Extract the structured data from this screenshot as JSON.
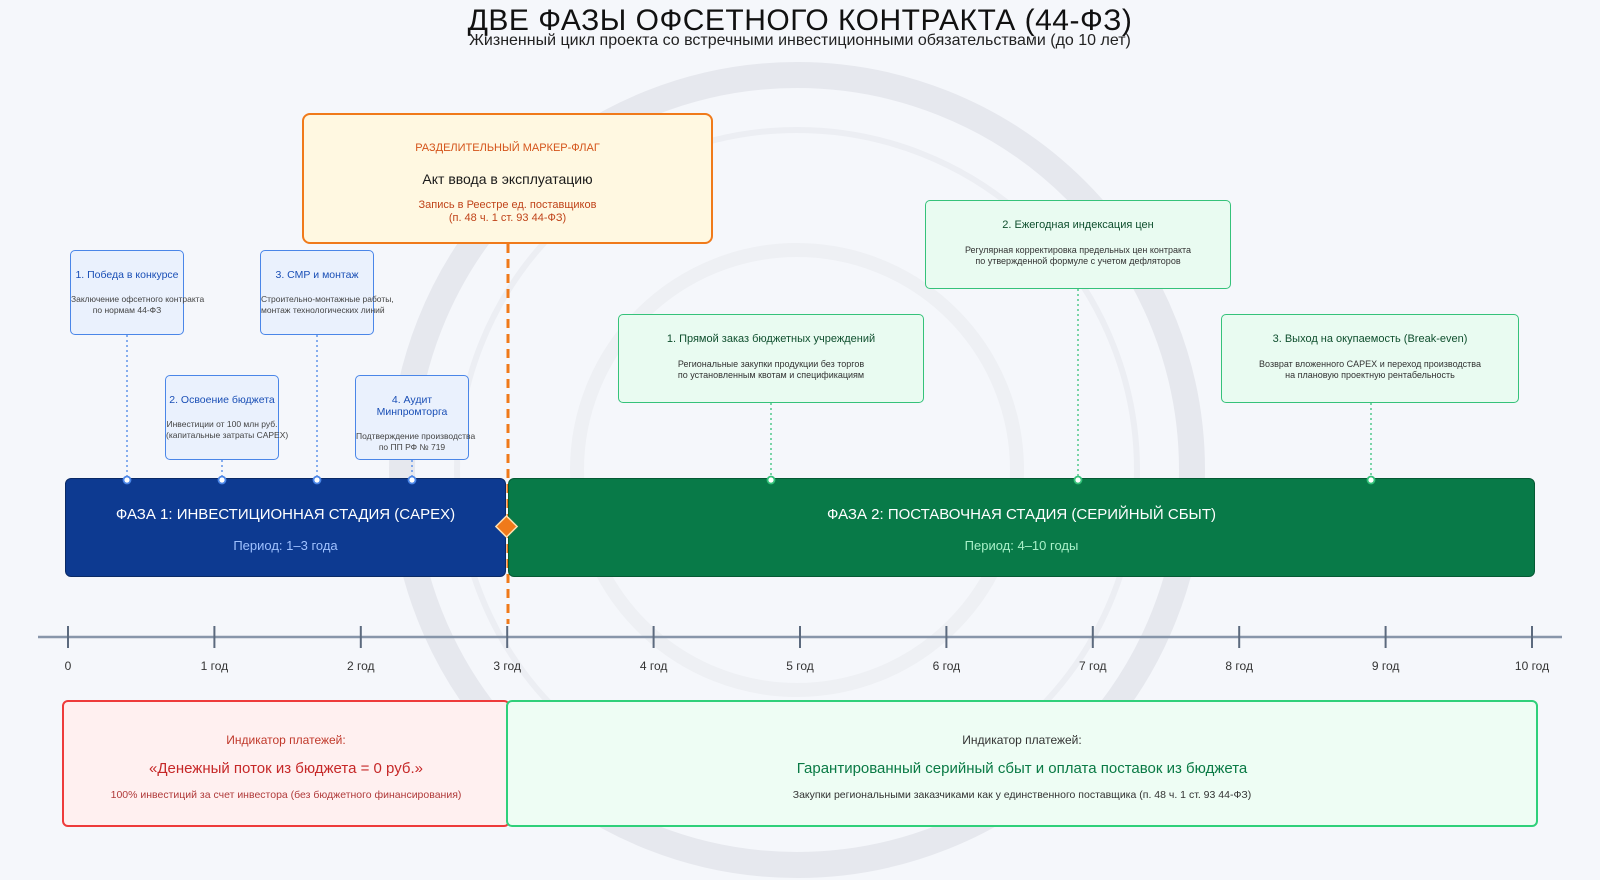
{
  "title": "ДВЕ ФАЗЫ ОФСЕТНОГО КОНТРАКТА (44-ФЗ)",
  "subtitle": "Жизненный цикл проекта со встречными инвестиционными обязательствами (до 10 лет)",
  "marker": {
    "label": "РАЗДЕЛИТЕЛЬНЫЙ МАРКЕР-ФЛАГ",
    "heading": "Акт ввода в эксплуатацию",
    "desc1": "Запись в Реестре ед. поставщиков",
    "desc2": "(п. 48 ч. 1 ст. 93 44-ФЗ)"
  },
  "phase1_events": [
    {
      "heading": "1. Победа в конкурсе",
      "desc1": "Заключение офсетного контракта",
      "desc2": "по нормам 44-ФЗ"
    },
    {
      "heading": "2. Освоение бюджета",
      "desc1": "Инвестиции от 100 млн руб.",
      "desc2": "(капитальные затраты CAPEX)"
    },
    {
      "heading": "3. СМР и монтаж",
      "desc1": "Строительно-монтажные работы,",
      "desc2": "монтаж технологических линий"
    },
    {
      "heading": "4. Аудит Минпромторга",
      "desc1": "Подтверждение производства",
      "desc2": "по ПП РФ № 719"
    }
  ],
  "phase2_events": [
    {
      "heading": "1. Прямой заказ бюджетных учреждений",
      "desc1": "Региональные закупки продукции без торгов",
      "desc2": "по установленным квотам и спецификациям"
    },
    {
      "heading": "2. Ежегодная индексация цен",
      "desc1": "Регулярная корректировка предельных цен контракта",
      "desc2": "по утвержденной формуле с учетом дефляторов"
    },
    {
      "heading": "3. Выход на окупаемость (Break-even)",
      "desc1": "Возврат вложенного CAPEX и переход производства",
      "desc2": "на плановую проектную рентабельность"
    }
  ],
  "phase1": {
    "name": "ФАЗА 1: ИНВЕСТИЦИОННАЯ СТАДИЯ (CAPEX)",
    "period": "Период: 1–3 года"
  },
  "phase2": {
    "name": "ФАЗА 2: ПОСТАВОЧНАЯ СТАДИЯ (СЕРИЙНЫЙ СБЫТ)",
    "period": "Период: 4–10 годы"
  },
  "axis_ticks": [
    "0",
    "1 год",
    "2 год",
    "3 год",
    "4 год",
    "5 год",
    "6 год",
    "7 год",
    "8 год",
    "9 год",
    "10 год"
  ],
  "payment1": {
    "label": "Индикатор платежей:",
    "value": "«Денежный поток из бюджета = 0 руб.»",
    "note": "100% инвестиций за счет инвестора (без бюджетного финансирования)"
  },
  "payment2": {
    "label": "Индикатор платежей:",
    "value": "Гарантированный серийный сбыт и оплата поставок из бюджета",
    "note": "Закупки региональными заказчиками как у единственного поставщика (п. 48 ч. 1 ст. 93 44-ФЗ)"
  },
  "colors": {
    "phase1": "#0d3a91",
    "phase2": "#087a48",
    "marker": "#f07a1a",
    "blue_accent": "#4a86e8",
    "green_accent": "#35c27a",
    "red_accent": "#ee3b3b"
  }
}
